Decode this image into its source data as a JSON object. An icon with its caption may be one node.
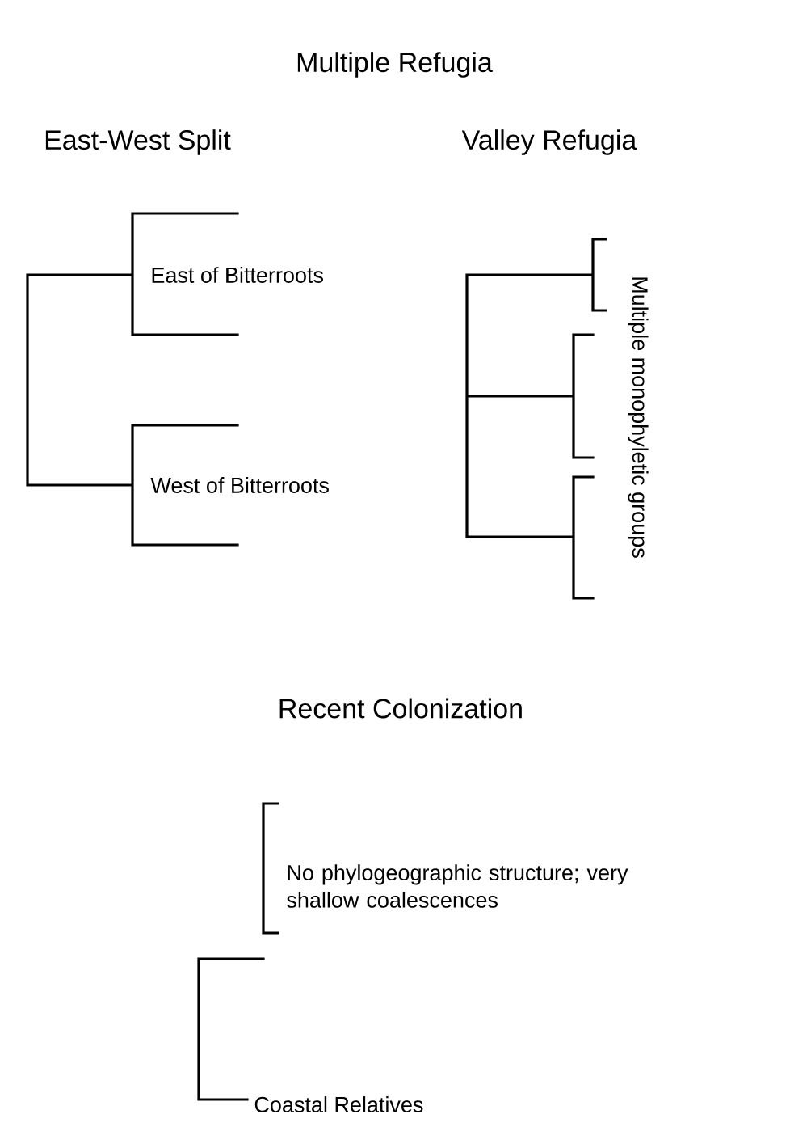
{
  "diagram": {
    "title": "Multiple Refugia",
    "labels": [
      "East-West Split",
      "Valley Refugia",
      "East of Bitterroots",
      "Multiple monophyletic groups",
      "West of Bitterroots",
      "Recent Colonization",
      "No phylogeographic structure; very shallow coalescences",
      "Coastal Relatives"
    ]
  }
}
